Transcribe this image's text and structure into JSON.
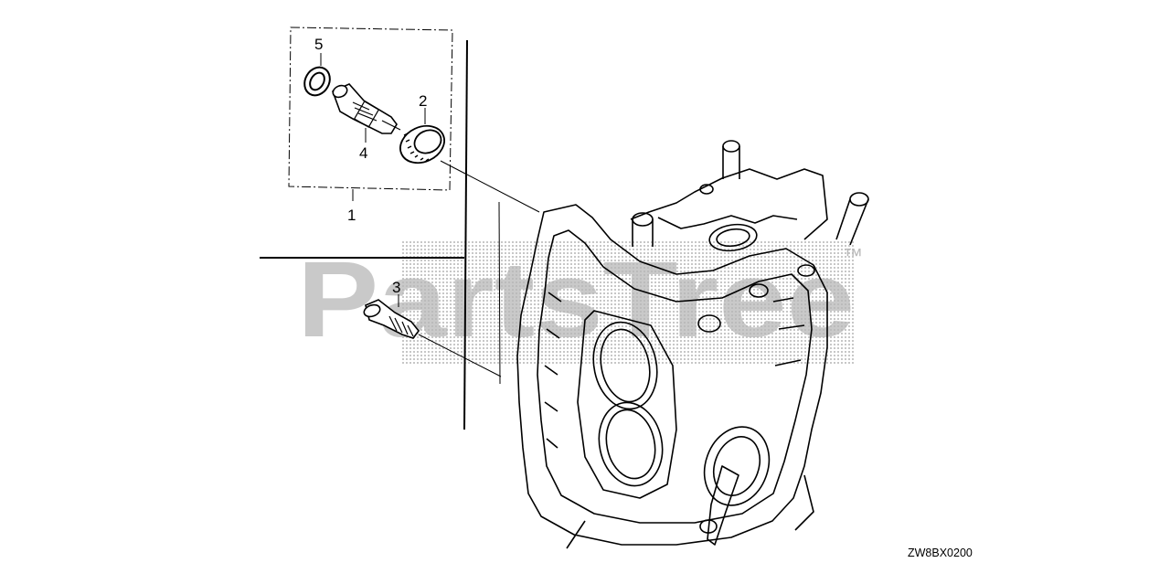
{
  "callouts": {
    "c1": "1",
    "c2": "2",
    "c3": "3",
    "c4": "4",
    "c5": "5"
  },
  "diagram_code": "ZW8BX0200",
  "watermark": {
    "text": "PartsTree",
    "trademark": "™"
  }
}
